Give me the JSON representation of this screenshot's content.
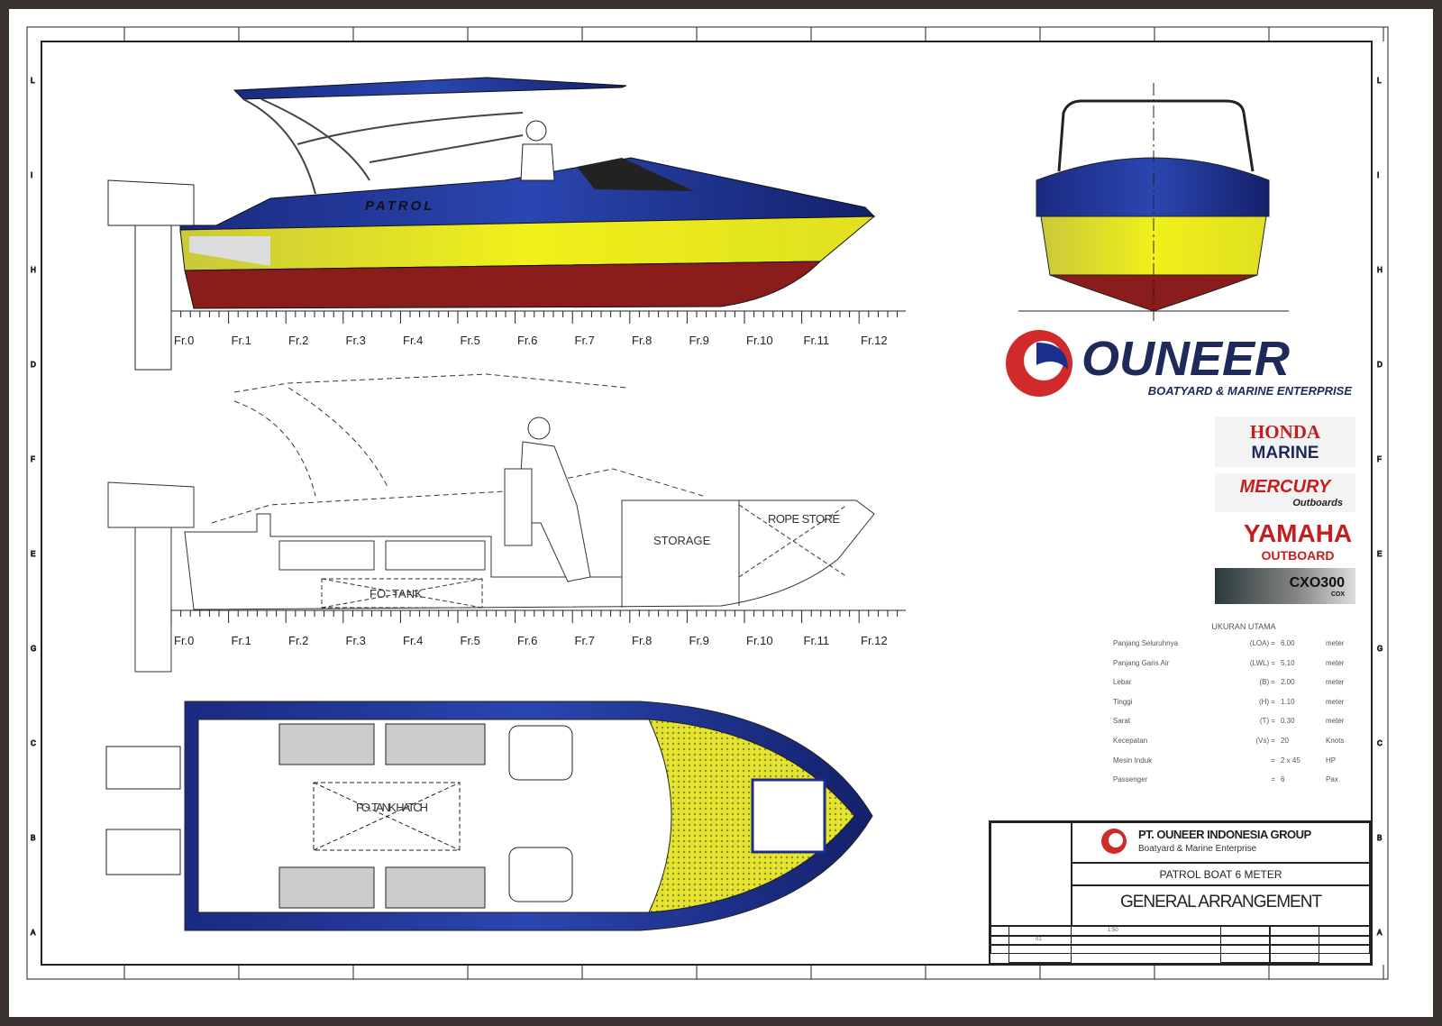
{
  "frames": [
    "Fr.0",
    "Fr.1",
    "Fr.2",
    "Fr.3",
    "Fr.4",
    "Fr.5",
    "Fr.6",
    "Fr.7",
    "Fr.8",
    "Fr.9",
    "Fr.10",
    "Fr.11",
    "Fr.12"
  ],
  "side_labels_left": [
    "L",
    "I",
    "H",
    "D",
    "F",
    "E",
    "G",
    "C",
    "B",
    "A"
  ],
  "hull_name": "PATROL",
  "compartments": {
    "storage": "STORAGE",
    "rope_store": "ROPE STORE",
    "fo_tank": "FO. TANK",
    "fo_tank_hatch": "FO. TANK HATCH"
  },
  "logo": {
    "name": "OUNEER",
    "tagline": "BOATYARD & MARINE ENTERPRISE"
  },
  "brands": {
    "honda_1": "HONDA",
    "honda_2": "MARINE",
    "mercury_1": "MERCURY",
    "mercury_2": "Outboards",
    "yamaha_1": "YAMAHA",
    "yamaha_2": "OUTBOARD",
    "cxo": "CXO300",
    "cox": "COX"
  },
  "specs": {
    "title": "UKURAN UTAMA",
    "rows": [
      {
        "label": "Panjang Seluruhnya",
        "sym": "(LOA) =",
        "val": "6.00",
        "unit": "meter"
      },
      {
        "label": "Panjang Garis Air",
        "sym": "(LWL) =",
        "val": "5.10",
        "unit": "meter"
      },
      {
        "label": "Lebar",
        "sym": "(B) =",
        "val": "2.00",
        "unit": "meter"
      },
      {
        "label": "Tinggi",
        "sym": "(H) =",
        "val": "1.10",
        "unit": "meter"
      },
      {
        "label": "Sarat",
        "sym": "(T) =",
        "val": "0.30",
        "unit": "meter"
      },
      {
        "label": "Kecepatan",
        "sym": "(Vs) =",
        "val": "20",
        "unit": "Knots"
      },
      {
        "label": "Mesin Induk",
        "sym": "=",
        "val": "2 x 45",
        "unit": "HP"
      },
      {
        "label": "Passenger",
        "sym": "=",
        "val": "6",
        "unit": "Pax"
      }
    ]
  },
  "title_block": {
    "company": "PT. OUNEER INDONESIA GROUP",
    "company_sub": "Boatyard & Marine Enterprise",
    "project": "PATROL BOAT 6 METER",
    "drawing": "GENERAL ARRANGEMENT",
    "scale": "1:50",
    "sheet_no": "01"
  },
  "colors": {
    "blue": "#1c2f8a",
    "yellow": "#e8e81c",
    "red": "#8a1c1c",
    "frame": "#3b3232"
  }
}
